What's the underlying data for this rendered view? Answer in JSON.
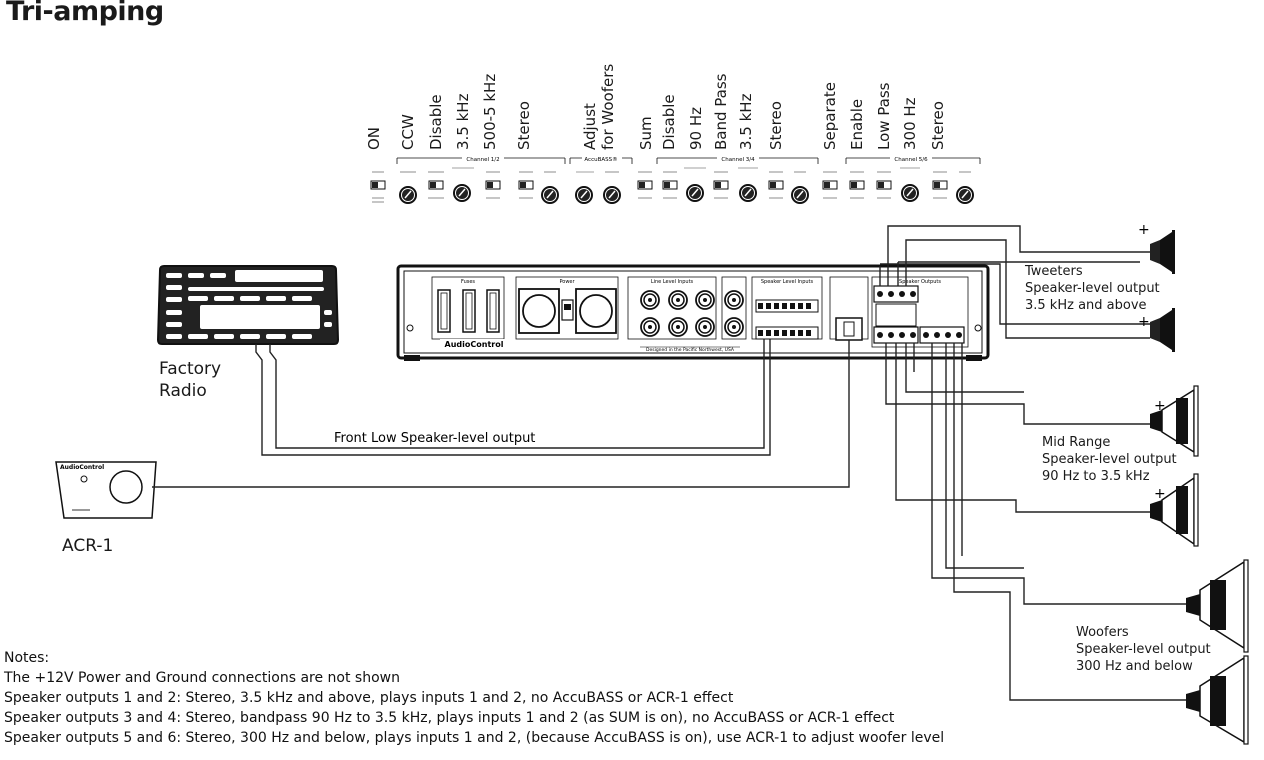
{
  "title": "Tri-amping",
  "settings_labels": [
    {
      "id": "on",
      "text": "ON"
    },
    {
      "id": "ccw",
      "text": "CCW"
    },
    {
      "id": "disable1",
      "text": "Disable"
    },
    {
      "id": "hz35a",
      "text": "3.5 kHz"
    },
    {
      "id": "range",
      "text": "500-5 kHz"
    },
    {
      "id": "stereo1",
      "text": "Stereo"
    },
    {
      "id": "adjust",
      "text": "Adjust"
    },
    {
      "id": "forwoofers",
      "text": "for Woofers"
    },
    {
      "id": "sum",
      "text": "Sum"
    },
    {
      "id": "disable2",
      "text": "Disable"
    },
    {
      "id": "hz90",
      "text": "90 Hz"
    },
    {
      "id": "bandpass",
      "text": "Band Pass"
    },
    {
      "id": "hz35b",
      "text": "3.5 kHz"
    },
    {
      "id": "stereo2",
      "text": "Stereo"
    },
    {
      "id": "separate",
      "text": "Separate"
    },
    {
      "id": "enable",
      "text": "Enable"
    },
    {
      "id": "lowpass",
      "text": "Low Pass"
    },
    {
      "id": "hz300",
      "text": "300 Hz"
    },
    {
      "id": "stereo3",
      "text": "Stereo"
    }
  ],
  "panel_sections": {
    "channel12": "Channel 1/2",
    "accubass": "AccuBASS®",
    "channel34": "Channel 3/4",
    "channel56": "Channel 5/6"
  },
  "amp": {
    "fuses": "Fuses",
    "power": "Power",
    "line_level_inputs": "Line Level Inputs",
    "speaker_level_inputs": "Speaker Level Inputs",
    "speaker_outputs": "Speaker Outputs",
    "brand": "AudioControl",
    "designed": "Designed in the Pacific Northwest, USA"
  },
  "devices": {
    "radio_line1": "Factory",
    "radio_line2": "Radio",
    "acr": "ACR-1",
    "acr_brand": "AudioControl"
  },
  "wire_label": "Front Low Speaker-level output",
  "speakers": {
    "tweeters": [
      "Tweeters",
      "Speaker-level output",
      "3.5 kHz and above"
    ],
    "midrange": [
      "Mid Range",
      "Speaker-level output",
      "90 Hz to 3.5 kHz"
    ],
    "woofers": [
      "Woofers",
      "Speaker-level output",
      "300 Hz and below"
    ],
    "plus": "+"
  },
  "notes": {
    "heading": "Notes:",
    "lines": [
      "The +12V Power and Ground connections are not shown",
      "Speaker outputs 1 and 2: Stereo, 3.5 kHz and above, plays inputs 1 and 2, no AccuBASS or ACR-1 effect",
      "Speaker outputs 3 and 4: Stereo, bandpass 90 Hz to 3.5 kHz, plays inputs 1 and 2 (as SUM is on), no AccuBASS or ACR-1 effect",
      "Speaker outputs 5 and 6: Stereo, 300 Hz and below, plays inputs 1 and 2, (because AccuBASS is on), use ACR-1 to adjust woofer level"
    ]
  }
}
